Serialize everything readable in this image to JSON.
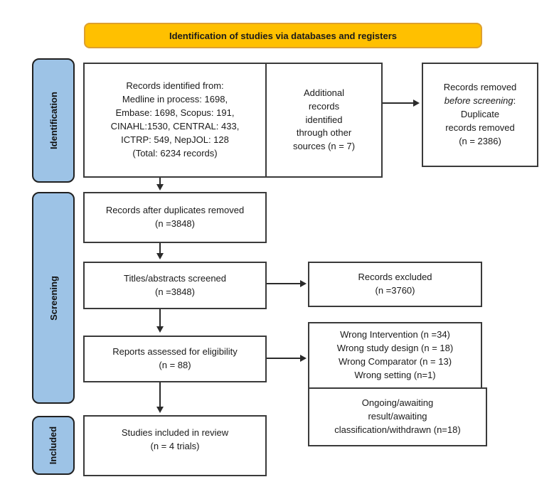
{
  "banner": {
    "label": "Identification of studies via databases and registers"
  },
  "stages": {
    "identification": "Identification",
    "screening": "Screening",
    "included": "Included"
  },
  "boxes": {
    "identified": {
      "lines": [
        "Records identified from:",
        "Medline in process: 1698,",
        "Embase: 1698, Scopus: 191,",
        "CINAHL:1530, CENTRAL: 433,",
        "ICTRP: 549, NepJOL: 128",
        "(Total: 6234 records)"
      ]
    },
    "additional": {
      "lines": [
        "Additional",
        "records",
        "identified",
        "through other",
        "sources (n = 7)"
      ]
    },
    "removed": {
      "line1": "Records removed",
      "italic": "before screening",
      "after_italic": ":",
      "rest": [
        "Duplicate",
        "records removed",
        "(n = 2386)"
      ]
    },
    "after_duplicates": {
      "lines": [
        "Records after duplicates removed",
        "(n =3848)"
      ]
    },
    "screened": {
      "lines": [
        "Titles/abstracts screened",
        "(n =3848)"
      ]
    },
    "excluded": {
      "lines": [
        "Records excluded",
        "(n =3760)"
      ]
    },
    "assessed": {
      "lines": [
        "Reports assessed for eligibility",
        "(n = 88)"
      ]
    },
    "wrong": {
      "lines": [
        "Wrong Intervention (n =34)",
        "Wrong study design (n = 18)",
        "Wrong Comparator (n = 13)",
        "Wrong setting (n=1)"
      ]
    },
    "ongoing": {
      "lines": [
        "Ongoing/awaiting",
        "result/awaiting",
        "classification/withdrawn (n=18)"
      ]
    },
    "included_review": {
      "lines": [
        "Studies included in review",
        "(n = 4 trials)"
      ]
    }
  },
  "colors": {
    "banner_bg": "#FFC000",
    "banner_border": "#DDA02F",
    "stage_bg": "#9DC3E6",
    "box_border": "#3A3A3A",
    "arrow": "#2B2B2B"
  }
}
